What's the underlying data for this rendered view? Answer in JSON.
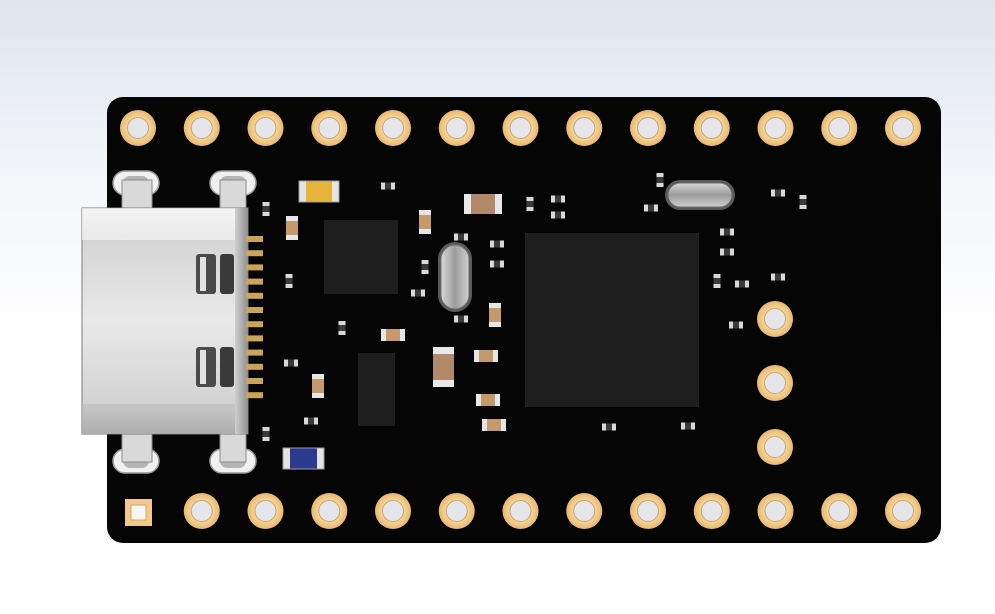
{
  "scene": {
    "subject": "pcb-board",
    "colors": {
      "background_top": "#dfe4ee",
      "board": "#050505",
      "pad": "#f2c98a",
      "pad_hole": "#e4e6ea",
      "chip": "#1e1e1e",
      "usb_shell": "#dcdcdc",
      "crystal": "#b8b8b8",
      "gold_contact": "#c9a45a",
      "cap_brown": "#b08a6a",
      "led_yellow": "#e7b33a",
      "led_blue": "#2e3a8f"
    },
    "top_header_pads": 13,
    "bottom_header_pads": 13,
    "side_pads": 3,
    "pin1_marker": "square-pad"
  }
}
